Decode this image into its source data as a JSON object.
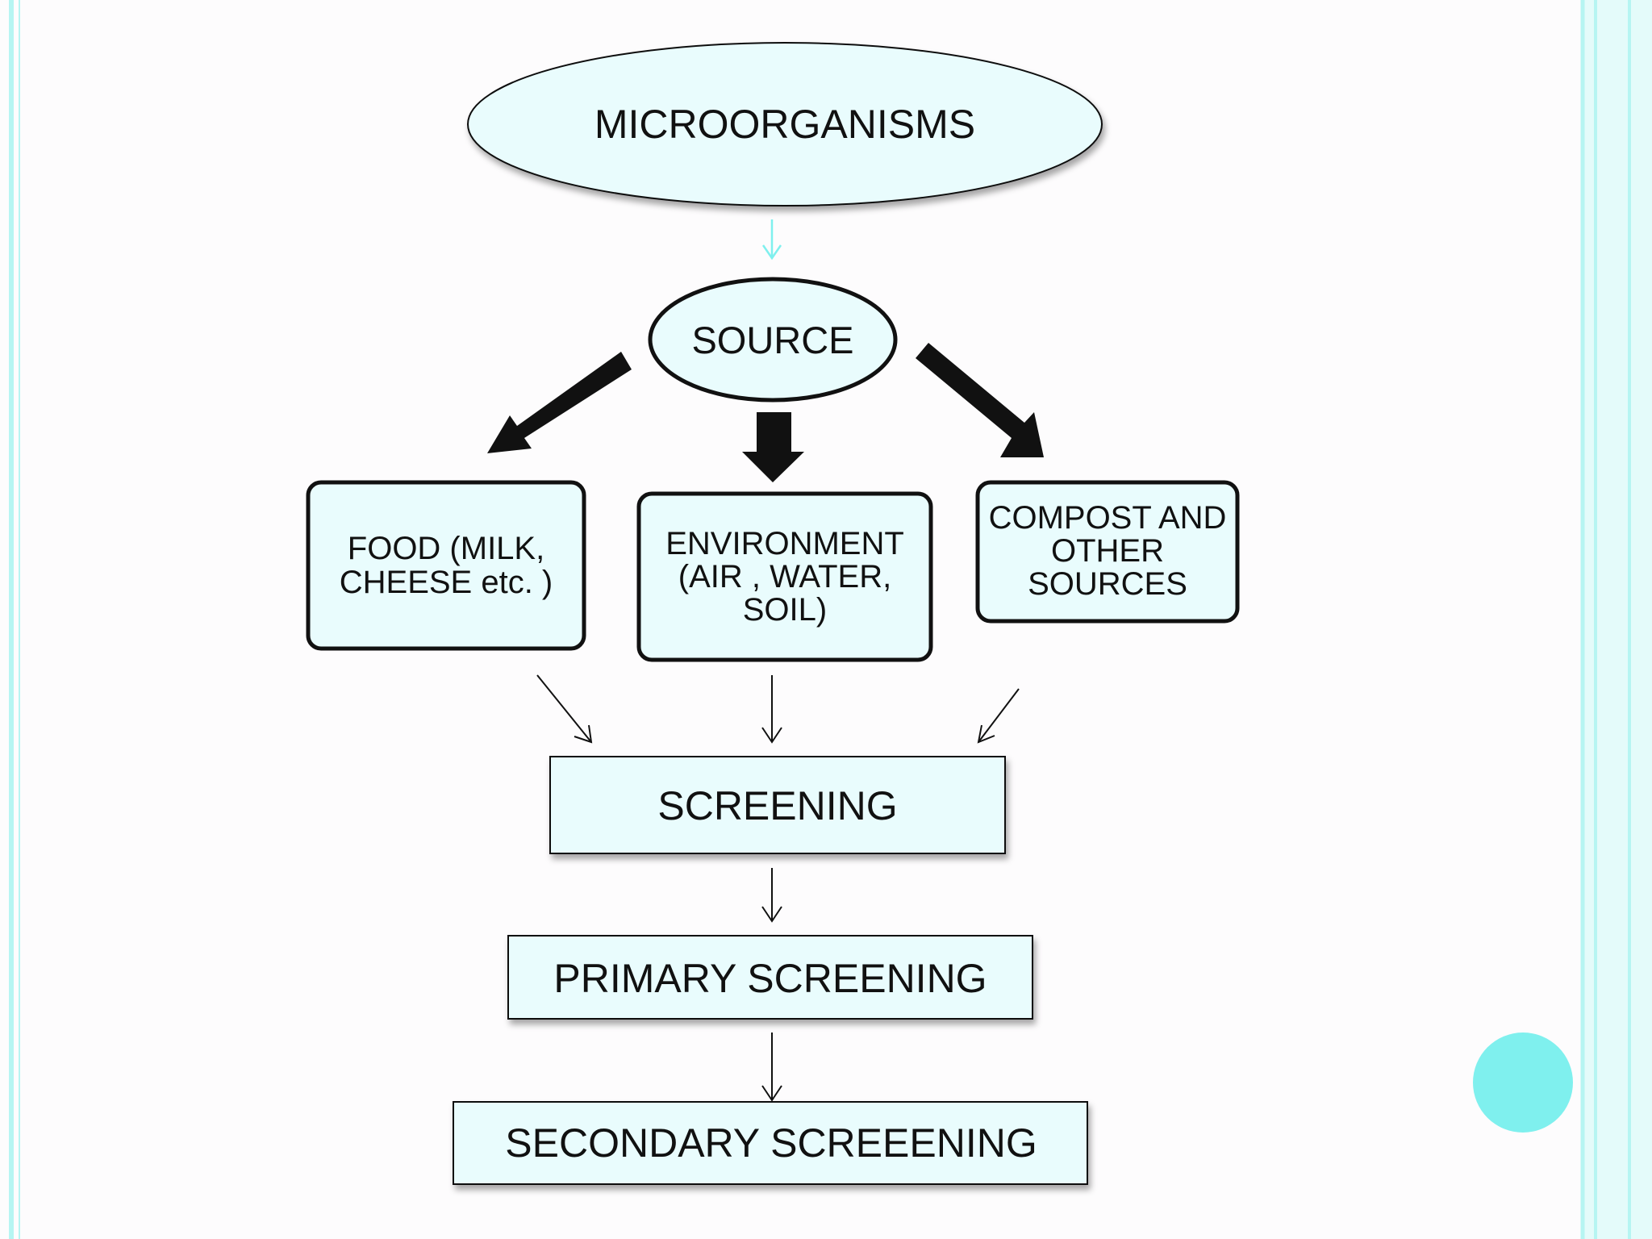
{
  "colors": {
    "background": "#fdfcfd",
    "node_fill": "#e9fcfd",
    "stroke": "#111111",
    "accent": "#7ff0ee",
    "accent_line": "#b6f5f2",
    "accent_bar": "#e4fbfa"
  },
  "nodes": {
    "microorganisms": "MICROORGANISMS",
    "source": "SOURCE",
    "food": [
      "FOOD (MILK,",
      "CHEESE etc. )"
    ],
    "environment": [
      "ENVIRONMENT",
      "(AIR , WATER,",
      "SOIL)"
    ],
    "compost": [
      "COMPOST AND",
      "OTHER",
      "SOURCES"
    ],
    "screening": "SCREENING",
    "primary": "PRIMARY SCREENING",
    "secondary": "SECONDARY SCREEENING"
  }
}
